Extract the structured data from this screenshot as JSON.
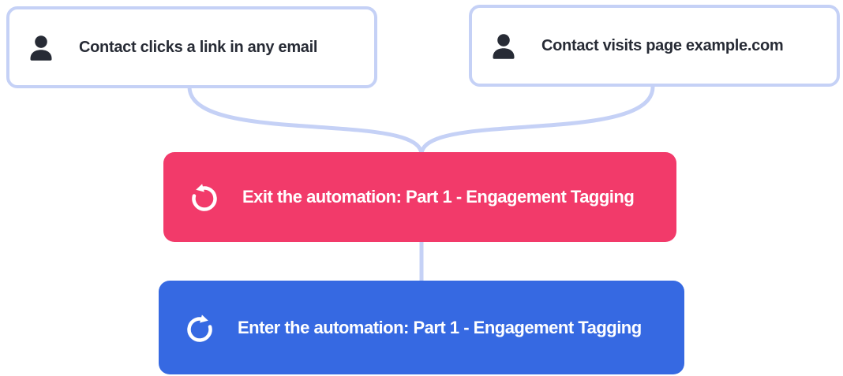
{
  "canvas": {
    "description": "Marketing automation flow diagram with two triggers feeding exit/enter automation actions"
  },
  "colors": {
    "connector": "#c5d1f6",
    "trigger_border": "#c5d1f6",
    "trigger_text": "#272b35",
    "exit_action": "#f23a6a",
    "enter_action": "#3669e2",
    "action_text": "#ffffff"
  },
  "triggers": [
    {
      "label": "Contact clicks a link in any email",
      "icon": "person-icon"
    },
    {
      "label": "Contact visits page example.com",
      "icon": "person-icon"
    }
  ],
  "actions": [
    {
      "label": "Exit the automation: Part 1 - Engagement Tagging",
      "icon": "rotate-ccw-icon",
      "color": "#f23a6a"
    },
    {
      "label": "Enter the automation: Part 1 - Engagement Tagging",
      "icon": "rotate-cw-icon",
      "color": "#3669e2"
    }
  ]
}
